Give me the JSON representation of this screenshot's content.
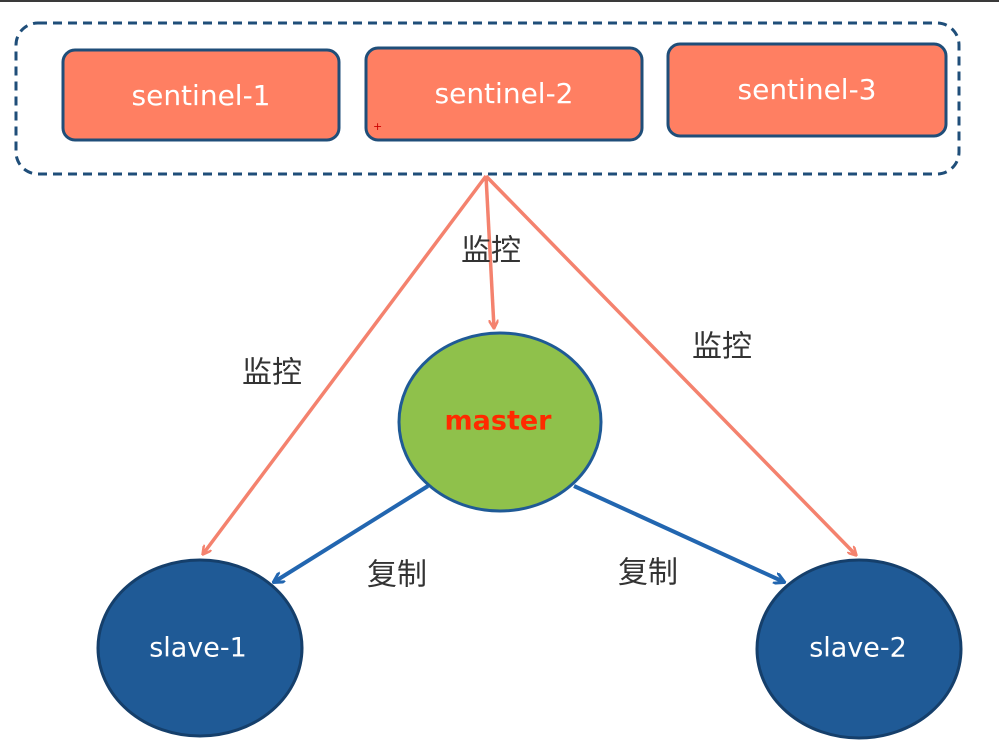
{
  "sentinels": [
    {
      "label": "sentinel-1"
    },
    {
      "label": "sentinel-2"
    },
    {
      "label": "sentinel-3"
    }
  ],
  "master": {
    "label": "master"
  },
  "slaves": [
    {
      "label": "slave-1"
    },
    {
      "label": "slave-2"
    }
  ],
  "edges": {
    "monitor_label": "监控",
    "replicate_label": "复制"
  },
  "colors": {
    "sentinel_fill": "#FF7F62",
    "sentinel_border": "#1F4E79",
    "group_border": "#1F4E79",
    "master_fill": "#8FC14B",
    "master_border": "#1F5A96",
    "master_text": "#FF2A00",
    "slave_fill": "#1F5A96",
    "slave_border": "#153F6B",
    "monitor_arrow": "#F4826E",
    "replicate_arrow": "#2266B0",
    "edge_label": "#333333"
  }
}
